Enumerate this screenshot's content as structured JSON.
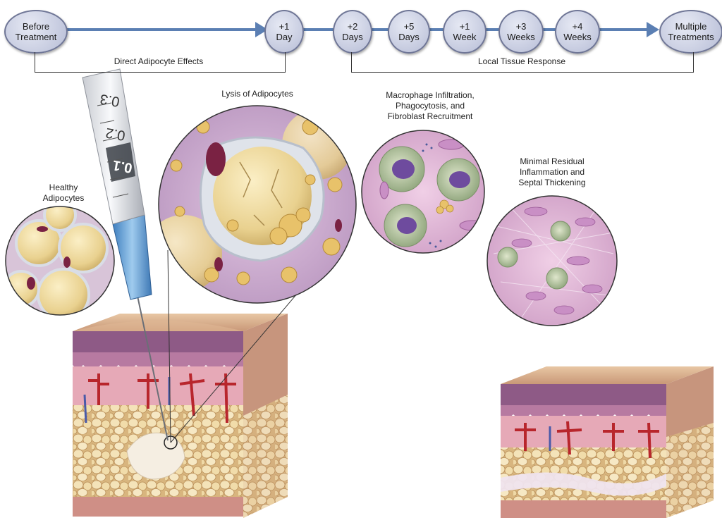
{
  "timeline": {
    "nodes": [
      {
        "line1": "Before",
        "line2": "Treatment"
      },
      {
        "line1": "+1",
        "line2": "Day"
      },
      {
        "line1": "+2",
        "line2": "Days"
      },
      {
        "line1": "+5",
        "line2": "Days"
      },
      {
        "line1": "+1",
        "line2": "Week"
      },
      {
        "line1": "+3",
        "line2": "Weeks"
      },
      {
        "line1": "+4",
        "line2": "Weeks"
      },
      {
        "line1": "Multiple",
        "line2": "Treatments"
      }
    ],
    "phase_direct": "Direct Adipocyte Effects",
    "phase_local": "Local Tissue Response"
  },
  "illustrations": {
    "healthy": {
      "line1": "Healthy",
      "line2": "Adipocytes"
    },
    "lysis": {
      "line1": "Lysis of Adipocytes"
    },
    "macrophage": {
      "line1": "Macrophage Infiltration,",
      "line2": "Phagocytosis, and",
      "line3": "Fibroblast Recruitment"
    },
    "residual": {
      "line1": "Minimal Residual",
      "line2": "Inflammation and",
      "line3": "Septal Thickening"
    },
    "syringe_marks": [
      "0.3",
      "0.2",
      "0.1"
    ]
  },
  "colors": {
    "node_fill": "#c3c8e0",
    "arrow": "#5b7fb3",
    "adipocyte": "#efdca4",
    "dermis": "#e6a9b7",
    "epidermis": "#8e5a86",
    "tissue_bg": "#d6b6d8",
    "needle_hub": "#6fa8d9"
  }
}
